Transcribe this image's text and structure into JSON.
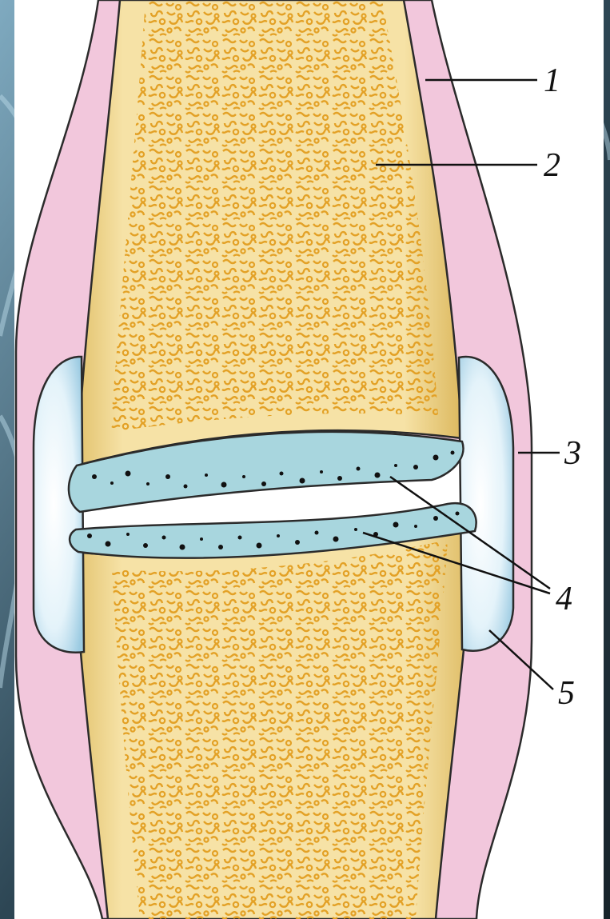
{
  "labels": [
    {
      "id": "1",
      "text": "1"
    },
    {
      "id": "2",
      "text": "2"
    },
    {
      "id": "3",
      "text": "3"
    },
    {
      "id": "4",
      "text": "4"
    },
    {
      "id": "5",
      "text": "5"
    }
  ],
  "colors": {
    "background": "#ffffff",
    "backdrop_dark": "#1f2d36",
    "backdrop_light": "#9fc3d6",
    "capsule_pink": "#f2c8dc",
    "bone_yellow": "#f4dd98",
    "spongy_orange": "#e6a31f",
    "cartilage_teal": "#a9d7df",
    "synovial_blue": "#d6eef8",
    "outline": "#2b2b2b"
  }
}
